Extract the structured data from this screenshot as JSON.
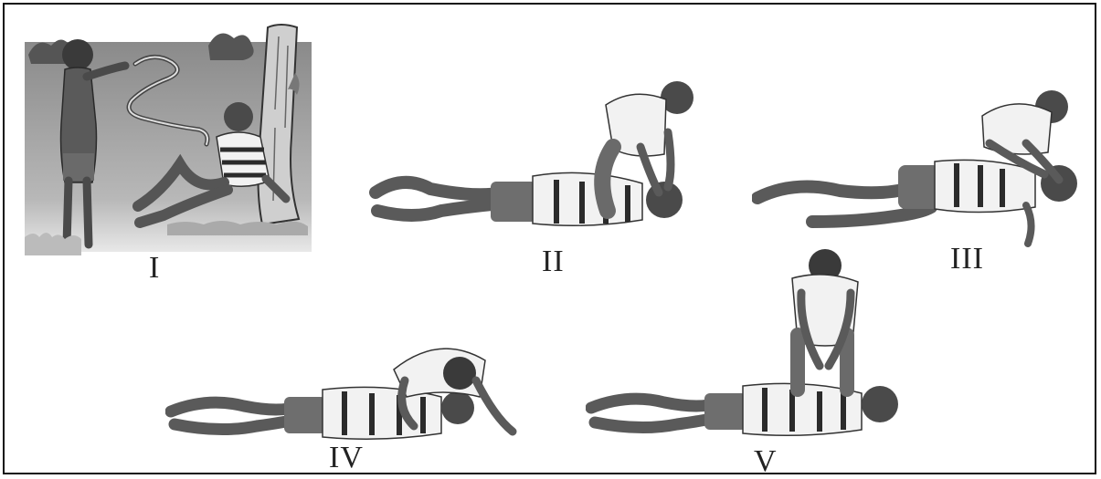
{
  "figures": [
    {
      "id": "I",
      "label": "I"
    },
    {
      "id": "II",
      "label": "II"
    },
    {
      "id": "III",
      "label": "III"
    },
    {
      "id": "IV",
      "label": "IV"
    },
    {
      "id": "V",
      "label": "V"
    }
  ],
  "colors": {
    "border": "#111111",
    "ink": "#222222",
    "skin": "#5a5a5a",
    "skin_dark": "#3d3d3d",
    "shirt": "#f2f2f2",
    "stripe": "#2b2b2b",
    "shorts": "#6e6e6e",
    "sky": "#9a9a9a"
  }
}
